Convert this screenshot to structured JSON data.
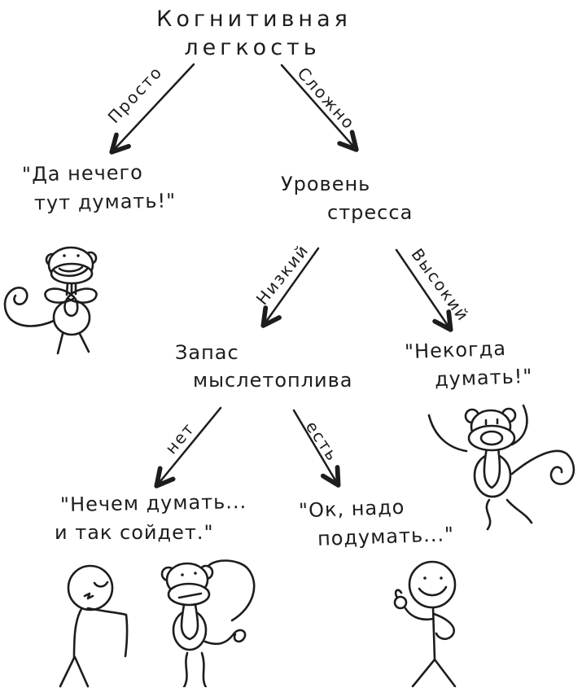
{
  "background": "#ffffff",
  "ink": "#1d1d1d",
  "title": {
    "line1": "Когнитивная",
    "line2": "легкость"
  },
  "edges": {
    "simple": {
      "label": "Просто"
    },
    "complex": {
      "label": "Сложно"
    },
    "low": {
      "label": "Низкий"
    },
    "high": {
      "label": "Высокий"
    },
    "no": {
      "label": "нет"
    },
    "yes": {
      "label": "есть"
    }
  },
  "nodes": {
    "easy": {
      "line1": "\"Да нечего",
      "line2": "тут думать!\""
    },
    "stress": {
      "line1": "Уровень",
      "line2": "стресса"
    },
    "fuel": {
      "line1": "Запас",
      "line2": "мыслетоплива"
    },
    "no_time": {
      "line1": "\"Некогда",
      "line2": "думать!\""
    },
    "no_fuel": {
      "line1": "\"Нечем думать...",
      "line2": "и так сойдет.\""
    },
    "ok": {
      "line1": "\"Ок, надо",
      "line2": "подумать...\""
    }
  },
  "figures": {
    "calm_monkey": "smiling-monkey",
    "panicked_monkey": "panicked-monkey",
    "tired_person": "tired-person",
    "confused_monkey": "head-scratching-monkey",
    "happy_person": "thumbs-up-person"
  }
}
